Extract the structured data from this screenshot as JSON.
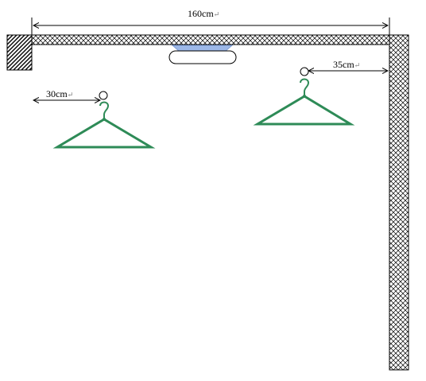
{
  "dimensions": {
    "total_width": "160cm",
    "left_hook_offset": "30cm",
    "right_hook_offset": "35cm",
    "return_mark": "↵"
  },
  "colors": {
    "hanger": "#2e8b57",
    "hatch": "#000000",
    "line": "#000000",
    "lamp_glow": "#9db8e8"
  },
  "objects": {
    "wall_anchor": "hatched-block",
    "ceiling": "hatched-beam",
    "right_wall": "hatched-wall",
    "lamp": "ceiling-lamp",
    "hangers": [
      "left-hanger",
      "right-hanger"
    ]
  }
}
